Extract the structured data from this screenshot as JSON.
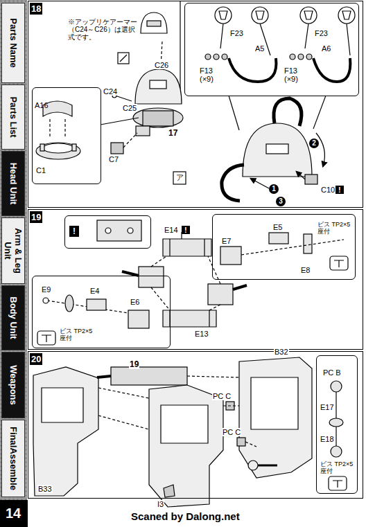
{
  "diagram": {
    "nodes": [
      {
        "text": [
          "Parts Name"
        ]
      },
      {
        "text": [
          "Parts List"
        ]
      },
      {
        "text": [
          "Head Unit"
        ]
      },
      {
        "text": [
          "Arm & Leg Unit"
        ]
      },
      {
        "text": [
          "Body Unit"
        ]
      },
      {
        "text": [
          "Weapons"
        ]
      },
      {
        "text": [
          "FinalAssemble"
        ]
      },
      {
        "text": [
          "18"
        ]
      },
      {
        "text": [
          "A16",
          "C1"
        ],
        "in": 7
      },
      {
        "text": [
          "F23",
          "F13",
          "(×9)",
          "A5",
          "F23",
          "F13",
          "(×9)",
          "A6"
        ],
        "in": 7
      },
      {
        "text": [
          "19"
        ]
      },
      {
        "text": [
          "!"
        ],
        "in": 10
      },
      {
        "text": [
          "E9",
          "ビス TP2×5座付",
          "E4",
          "E6"
        ],
        "in": 10
      },
      {
        "text": [
          "E7",
          "E5",
          "E8",
          "ビス TP2×5座付"
        ],
        "in": 10
      },
      {
        "text": [
          "20"
        ]
      },
      {
        "text": [
          "PC B",
          "E17",
          "E18",
          "ビス TP2×5座付"
        ],
        "in": 14
      },
      {
        "text": [
          "14"
        ]
      }
    ],
    "labels": [
      "※アップリケアーマー（C24～C26）は選択式です。",
      "C26",
      "C24",
      "C25",
      "C7",
      "17",
      "ア",
      "C10",
      "!",
      "1",
      "2",
      "3",
      "E14",
      "!",
      "E13",
      "19",
      "B33",
      "B32",
      "PC C",
      "PC C",
      "I3",
      "Scaned by Dalong.net"
    ]
  }
}
